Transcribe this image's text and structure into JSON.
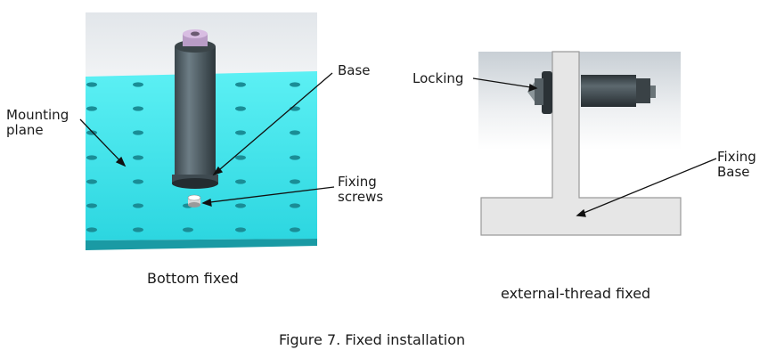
{
  "figure": {
    "caption": "Figure 7. Fixed installation",
    "left_panel": {
      "caption": "Bottom fixed",
      "labels": {
        "mounting_plane": "Mounting\nplane",
        "base": "Base",
        "fixing_screws": "Fixing\nscrews"
      }
    },
    "right_panel": {
      "caption": "external-thread fixed",
      "labels": {
        "locking": "Locking",
        "fixing_base": "Fixing\nBase"
      }
    }
  },
  "colors": {
    "plate_top": "#3fe6ee",
    "plate_edge": "#1a9aa4",
    "cylinder": "#4f5e65",
    "cylinder_cap": "#c9a9d6",
    "bracket": "#e6e6e6"
  }
}
